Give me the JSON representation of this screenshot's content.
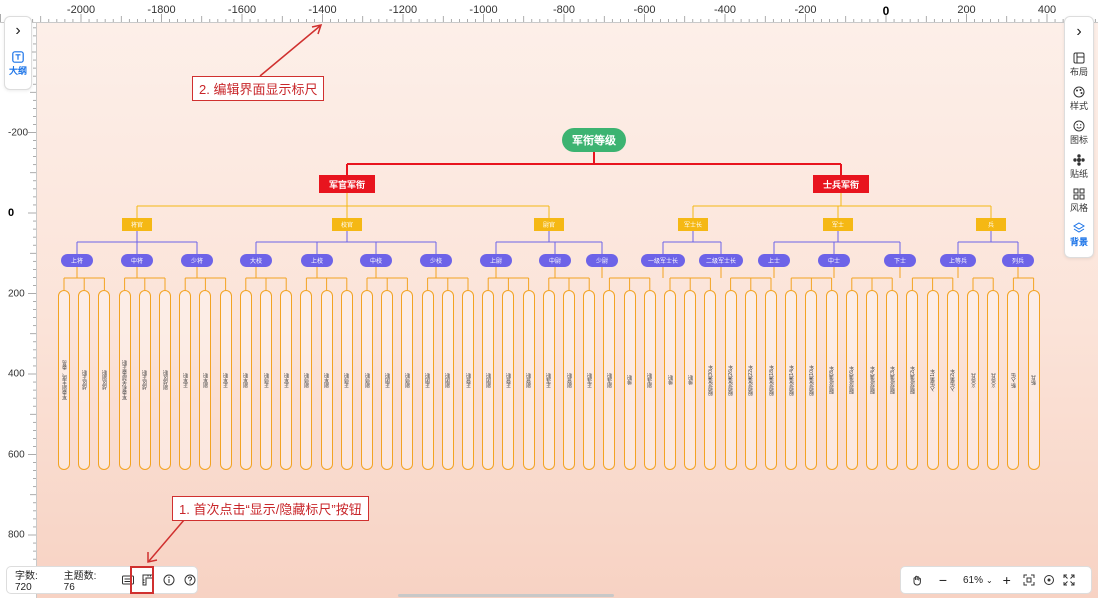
{
  "rulers": {
    "top_labels": [
      "-2000",
      "-1800",
      "-1600",
      "-1400",
      "-1200",
      "-1000",
      "-800",
      "-600",
      "-400",
      "-200",
      "0",
      "200",
      "400"
    ],
    "left_labels": [
      "-200",
      "0",
      "200",
      "400",
      "600",
      "800"
    ]
  },
  "left_panel": {
    "outline_label": "大纲"
  },
  "right_panel": {
    "items": [
      {
        "label": "布局",
        "icon": "layout-icon"
      },
      {
        "label": "样式",
        "icon": "palette-icon"
      },
      {
        "label": "图标",
        "icon": "smile-icon"
      },
      {
        "label": "贴纸",
        "icon": "sticker-icon"
      },
      {
        "label": "风格",
        "icon": "grid-icon"
      },
      {
        "label": "背景",
        "icon": "layers-icon"
      }
    ]
  },
  "mindmap": {
    "root": "军衔等级",
    "level1": [
      "军官军衔",
      "士兵军衔"
    ],
    "level2": [
      "将官",
      "校官",
      "尉官",
      "军士长",
      "军士",
      "兵"
    ],
    "level3": [
      "上将",
      "中将",
      "少将",
      "大校",
      "上校",
      "中校",
      "少校",
      "上尉",
      "中尉",
      "少尉",
      "一级军士长",
      "二级军士长",
      "上士",
      "中士",
      "下士",
      "上等兵",
      "列兵"
    ],
    "leaves": [
      "军委副主席、委员",
      "战区正职",
      "战区副职",
      "军委机关部委正职",
      "战区正职",
      "副战区职",
      "正军职",
      "副军职",
      "正军职",
      "副军职",
      "正师职",
      "正军职",
      "副师职",
      "副军职",
      "正师职",
      "副师职",
      "正团职",
      "副师职",
      "正团职",
      "副团职",
      "正营职",
      "副团职",
      "正营职",
      "副营职",
      "正连职",
      "副营职",
      "正连职",
      "副连职",
      "排职",
      "副连职",
      "排职",
      "排职",
      "服现役满30年",
      "服现役满26年",
      "服现役满22年",
      "服现役满18年",
      "服现役满14年",
      "服现役满10年",
      "服现役满8年",
      "服现役满6年",
      "服现役满4年",
      "服现役满3年",
      "服现役满2年",
      "入伍第1年",
      "入伍第2年",
      "义务兵",
      "义务兵",
      "新入伍",
      "新兵"
    ]
  },
  "status": {
    "word_count": "字数: 720",
    "topic_count": "主题数: 76",
    "zoom": "61%"
  },
  "annotations": {
    "step1": "1. 首次点击“显示/隐藏标尺”按钮",
    "step2": "2. 编辑界面显示标尺"
  },
  "colors": {
    "root": "#3cb371",
    "level1": "#e8141e",
    "level2": "#f5b814",
    "level3": "#6d63e8",
    "leaf_border": "#f3a322",
    "annotation": "#d0302f",
    "accent": "#1a73e8"
  }
}
